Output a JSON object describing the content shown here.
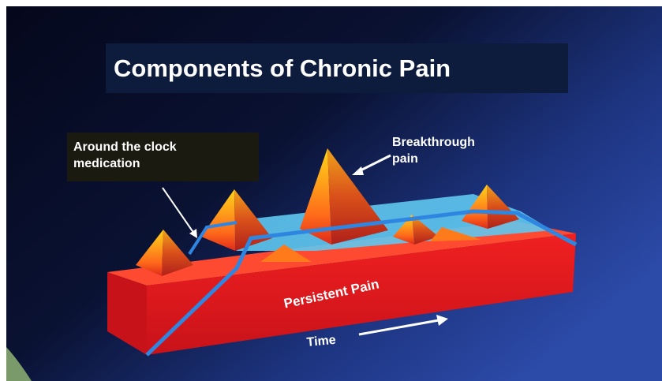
{
  "slide": {
    "title": "Components of Chronic Pain",
    "labels": {
      "around_the_clock": "Around the clock\nmedication",
      "breakthrough": "Breakthrough\npain",
      "persistent": "Persistent Pain",
      "time": "Time"
    }
  },
  "colors": {
    "background_dark": "#05081c",
    "background_blue": "#2c4aa8",
    "persistent_red": "#e01a1a",
    "persistent_top": "#ff4a32",
    "medication_band": "#5fc8f0",
    "medication_line": "#2f86e0",
    "peak_yellow": "#ffd21a",
    "peak_orange": "#ff8a1a",
    "peak_red": "#e02a1a",
    "label_box": "#1a1a10",
    "title_box": "#0d1b3d",
    "text": "#ffffff"
  }
}
